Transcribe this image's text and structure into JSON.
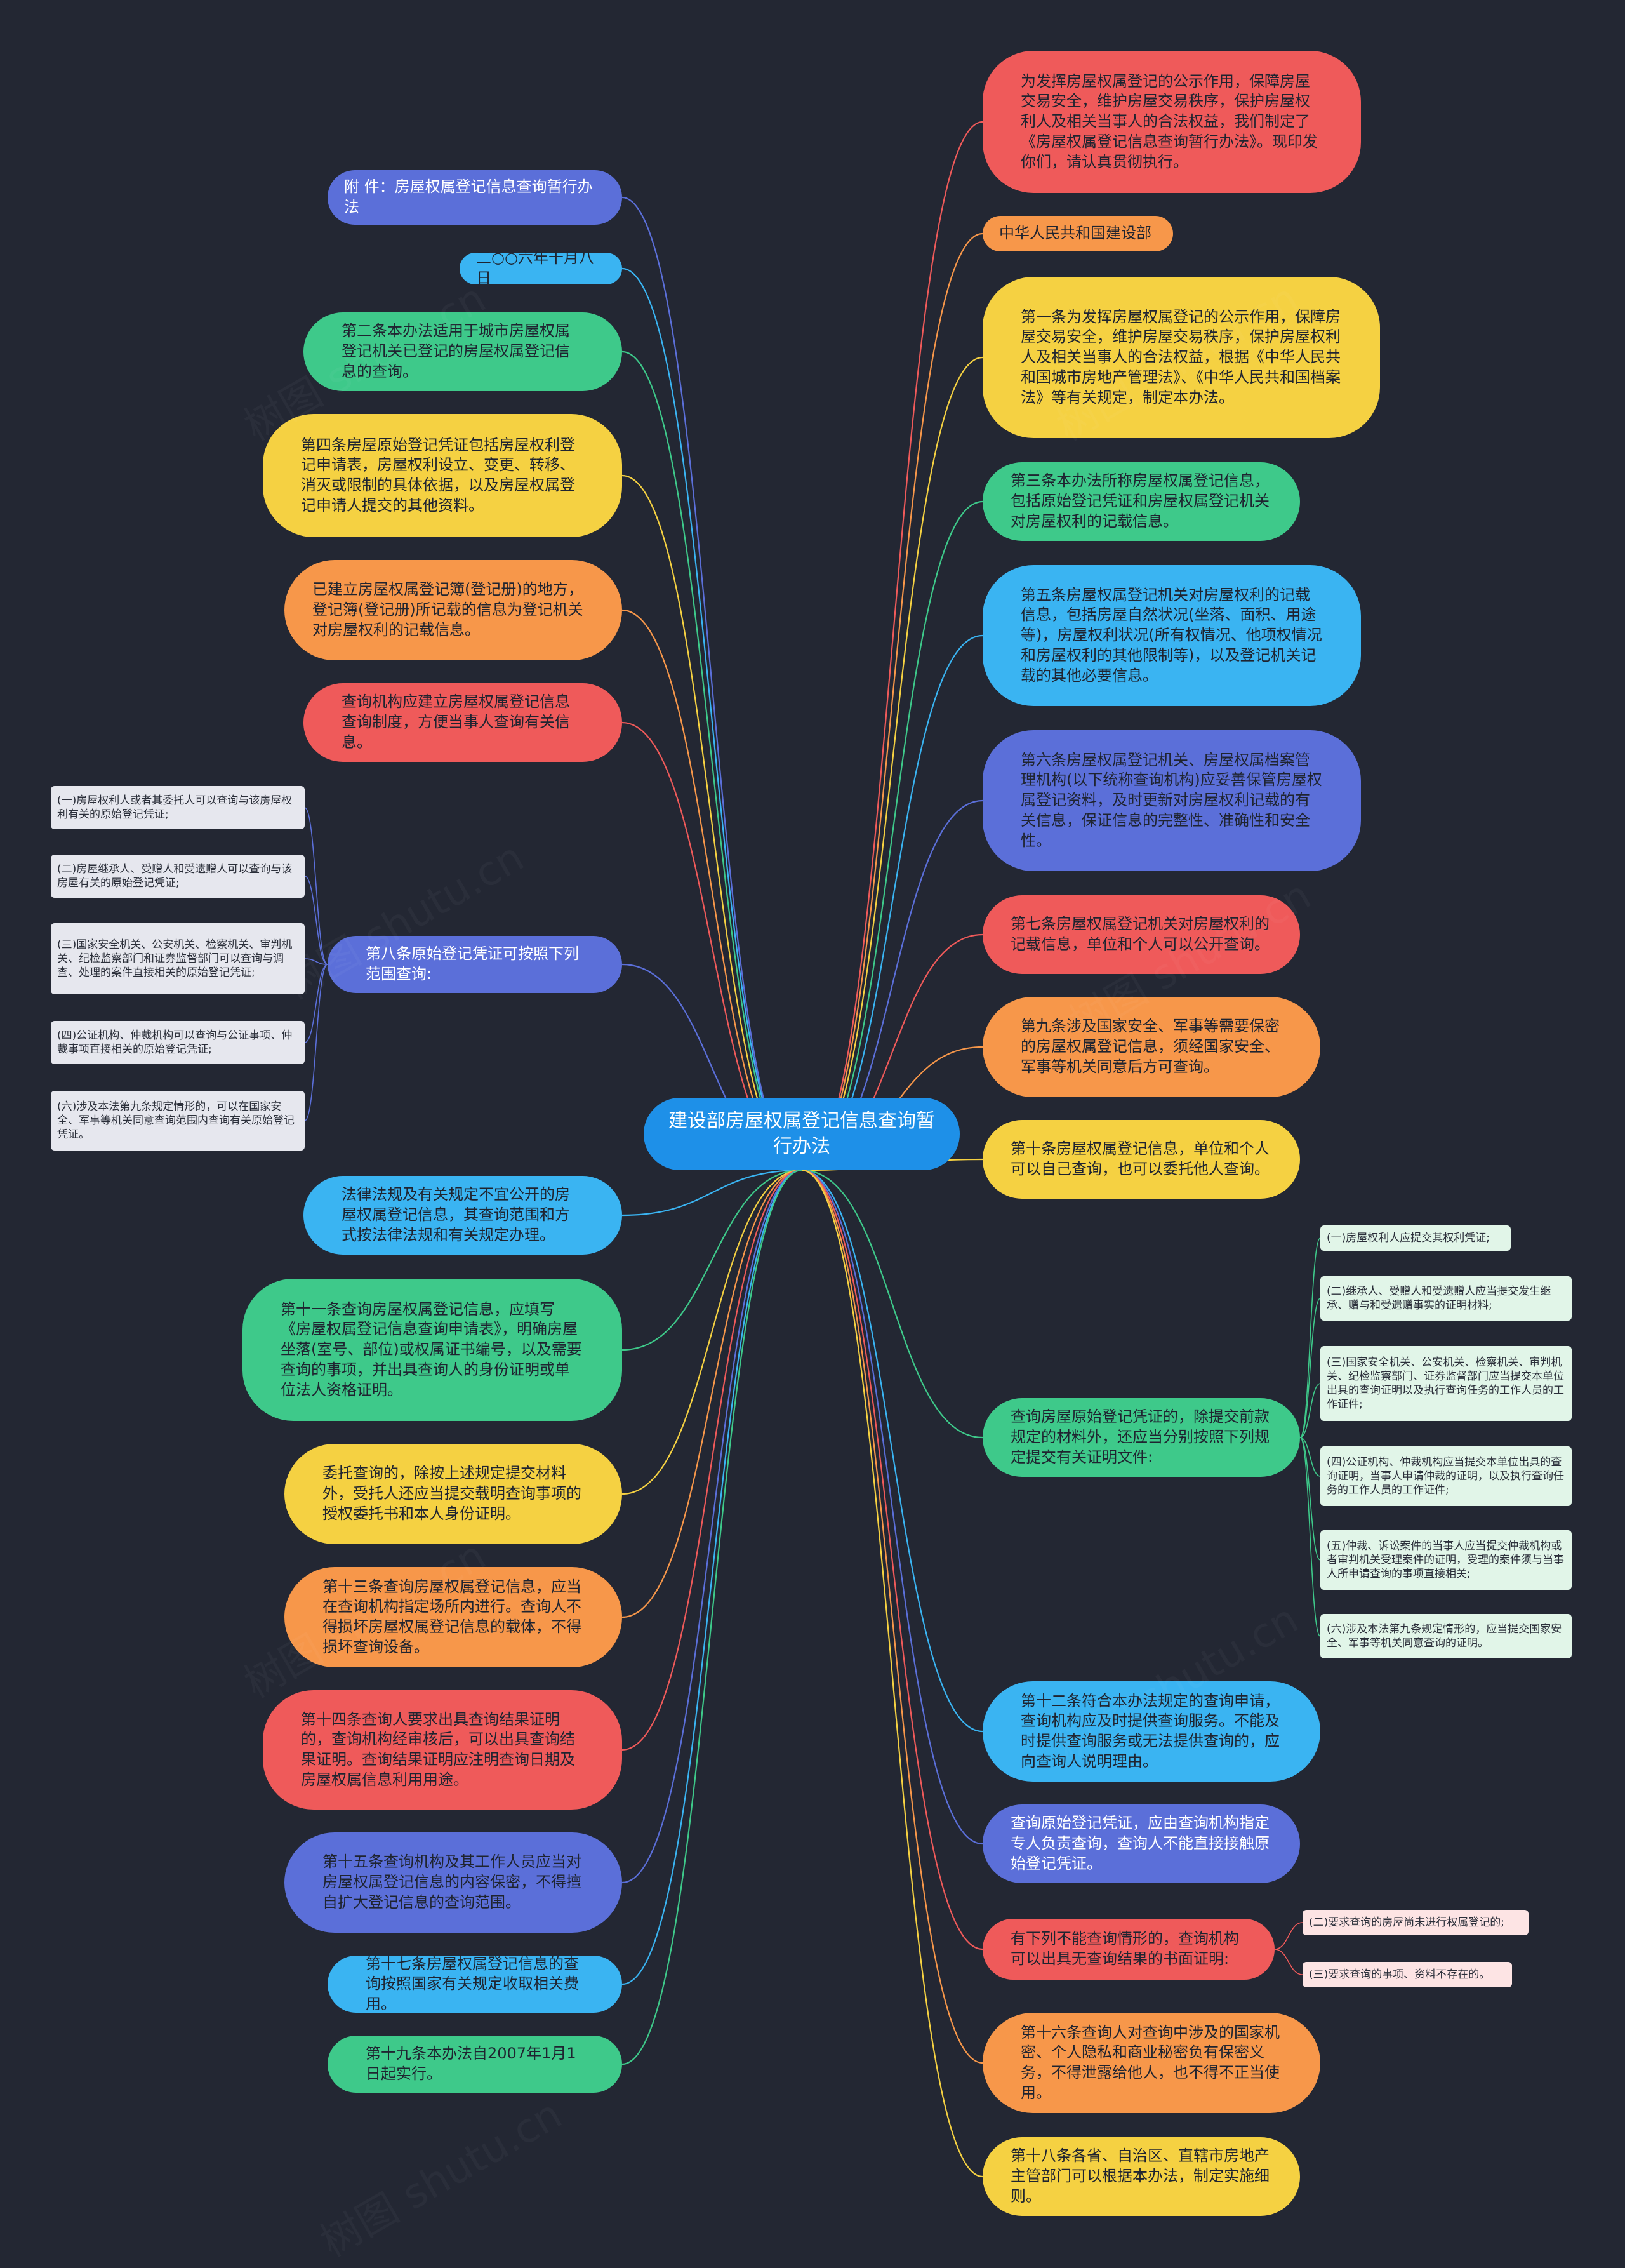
{
  "root": {
    "text": "建设部房屋权属登记信息查询暂行办法",
    "color": "#1e90e8"
  },
  "left_nodes": [
    {
      "id": "l1",
      "text": "附 件：房屋权属登记信息查询暂行办法",
      "color": "#5b6fd9"
    },
    {
      "id": "l2",
      "text": "二○○六年十月八日",
      "color": "#3ab4f2"
    },
    {
      "id": "l3",
      "text": "第二条本办法适用于城市房屋权属登记机关已登记的房屋权属登记信息的查询。",
      "color": "#3ec98a"
    },
    {
      "id": "l4",
      "text": "第四条房屋原始登记凭证包括房屋权利登记申请表，房屋权利设立、变更、转移、消灭或限制的具体依据，以及房屋权属登记申请人提交的其他资料。",
      "color": "#f5d142"
    },
    {
      "id": "l5",
      "text": "已建立房屋权属登记簿(登记册)的地方，登记簿(登记册)所记载的信息为登记机关对房屋权利的记载信息。",
      "color": "#f7974a"
    },
    {
      "id": "l6",
      "text": "查询机构应建立房屋权属登记信息查询制度，方便当事人查询有关信息。",
      "color": "#ef5a5a"
    },
    {
      "id": "l7",
      "text": "第八条原始登记凭证可按照下列范围查询:",
      "color": "#5b6fd9"
    },
    {
      "id": "l8",
      "text": "法律法规及有关规定不宜公开的房屋权属登记信息，其查询范围和方式按法律法规和有关规定办理。",
      "color": "#3ab4f2"
    },
    {
      "id": "l9",
      "text": "第十一条查询房屋权属登记信息，应填写《房屋权属登记信息查询申请表》，明确房屋坐落(室号、部位)或权属证书编号，以及需要查询的事项，并出具查询人的身份证明或单位法人资格证明。",
      "color": "#3ec98a"
    },
    {
      "id": "l10",
      "text": "委托查询的，除按上述规定提交材料外，受托人还应当提交载明查询事项的授权委托书和本人身份证明。",
      "color": "#f5d142"
    },
    {
      "id": "l11",
      "text": "第十三条查询房屋权属登记信息，应当在查询机构指定场所内进行。查询人不得损坏房屋权属登记信息的载体，不得损坏查询设备。",
      "color": "#f7974a"
    },
    {
      "id": "l12",
      "text": "第十四条查询人要求出具查询结果证明的，查询机构经审核后，可以出具查询结果证明。查询结果证明应注明查询日期及房屋权属信息利用用途。",
      "color": "#ef5a5a"
    },
    {
      "id": "l13",
      "text": "第十五条查询机构及其工作人员应当对房屋权属登记信息的内容保密，不得擅自扩大登记信息的查询范围。",
      "color": "#5b6fd9"
    },
    {
      "id": "l14",
      "text": "第十七条房屋权属登记信息的查询按照国家有关规定收取相关费用。",
      "color": "#3ab4f2"
    },
    {
      "id": "l15",
      "text": "第十九条本办法自2007年1月1日起实行。",
      "color": "#3ec98a"
    }
  ],
  "left_sub": [
    {
      "text": "(一)房屋权利人或者其委托人可以查询与该房屋权利有关的原始登记凭证;"
    },
    {
      "text": "(二)房屋继承人、受赠人和受遗赠人可以查询与该房屋有关的原始登记凭证;"
    },
    {
      "text": "(三)国家安全机关、公安机关、检察机关、审判机关、纪检监察部门和证券监督部门可以查询与调查、处理的案件直接相关的原始登记凭证;"
    },
    {
      "text": "(四)公证机构、仲裁机构可以查询与公证事项、仲裁事项直接相关的原始登记凭证;"
    },
    {
      "text": "(六)涉及本法第九条规定情形的，可以在国家安全、军事等机关同意查询范围内查询有关原始登记凭证。"
    }
  ],
  "right_nodes": [
    {
      "id": "r1",
      "text": "为发挥房屋权属登记的公示作用，保障房屋交易安全，维护房屋交易秩序，保护房屋权利人及相关当事人的合法权益，我们制定了《房屋权属登记信息查询暂行办法》。现印发你们，请认真贯彻执行。",
      "color": "#ef5a5a"
    },
    {
      "id": "r2",
      "text": "中华人民共和国建设部",
      "color": "#f7974a"
    },
    {
      "id": "r3",
      "text": "第一条为发挥房屋权属登记的公示作用，保障房屋交易安全，维护房屋交易秩序，保护房屋权利人及相关当事人的合法权益，根据《中华人民共和国城市房地产管理法》、《中华人民共和国档案法》等有关规定，制定本办法。",
      "color": "#f5d142"
    },
    {
      "id": "r4",
      "text": "第三条本办法所称房屋权属登记信息，包括原始登记凭证和房屋权属登记机关对房屋权利的记载信息。",
      "color": "#3ec98a"
    },
    {
      "id": "r5",
      "text": "第五条房屋权属登记机关对房屋权利的记载信息，包括房屋自然状况(坐落、面积、用途等)，房屋权利状况(所有权情况、他项权情况和房屋权利的其他限制等)，以及登记机关记载的其他必要信息。",
      "color": "#3ab4f2"
    },
    {
      "id": "r6",
      "text": "第六条房屋权属登记机关、房屋权属档案管理机构(以下统称查询机构)应妥善保管房屋权属登记资料，及时更新对房屋权利记载的有关信息，保证信息的完整性、准确性和安全性。",
      "color": "#5b6fd9"
    },
    {
      "id": "r7",
      "text": "第七条房屋权属登记机关对房屋权利的记载信息，单位和个人可以公开查询。",
      "color": "#ef5a5a"
    },
    {
      "id": "r8",
      "text": "第九条涉及国家安全、军事等需要保密的房屋权属登记信息，须经国家安全、军事等机关同意后方可查询。",
      "color": "#f7974a"
    },
    {
      "id": "r9",
      "text": "第十条房屋权属登记信息，单位和个人可以自己查询，也可以委托他人查询。",
      "color": "#f5d142"
    },
    {
      "id": "r10",
      "text": "查询房屋原始登记凭证的，除提交前款规定的材料外，还应当分别按照下列规定提交有关证明文件:",
      "color": "#3ec98a"
    },
    {
      "id": "r11",
      "text": "第十二条符合本办法规定的查询申请，查询机构应及时提供查询服务。不能及时提供查询服务或无法提供查询的，应向查询人说明理由。",
      "color": "#3ab4f2"
    },
    {
      "id": "r12",
      "text": "查询原始登记凭证，应由查询机构指定专人负责查询，查询人不能直接接触原始登记凭证。",
      "color": "#5b6fd9"
    },
    {
      "id": "r13",
      "text": "有下列不能查询情形的，查询机构可以出具无查询结果的书面证明:",
      "color": "#ef5a5a"
    },
    {
      "id": "r14",
      "text": "第十六条查询人对查询中涉及的国家机密、个人隐私和商业秘密负有保密义务，不得泄露给他人，也不得不正当使用。",
      "color": "#f7974a"
    },
    {
      "id": "r15",
      "text": "第十八条各省、自治区、直辖市房地产主管部门可以根据本办法，制定实施细则。",
      "color": "#f5d142"
    }
  ],
  "right_sub_green": [
    {
      "text": "(一)房屋权利人应提交其权利凭证;"
    },
    {
      "text": "(二)继承人、受赠人和受遗赠人应当提交发生继承、赠与和受遗赠事实的证明材料;"
    },
    {
      "text": "(三)国家安全机关、公安机关、检察机关、审判机关、纪检监察部门、证券监督部门应当提交本单位出具的查询证明以及执行查询任务的工作人员的工作证件;"
    },
    {
      "text": "(四)公证机构、仲裁机构应当提交本单位出具的查询证明，当事人申请仲裁的证明，以及执行查询任务的工作人员的工作证件;"
    },
    {
      "text": "(五)仲裁、诉讼案件的当事人应当提交仲裁机构或者审判机关受理案件的证明，受理的案件须与当事人所申请查询的事项直接相关;"
    },
    {
      "text": "(六)涉及本法第九条规定情形的，应当提交国家安全、军事等机关同意查询的证明。"
    }
  ],
  "right_sub_pink": [
    {
      "text": "(二)要求查询的房屋尚未进行权属登记的;"
    },
    {
      "text": "(三)要求查询的事项、资料不存在的。"
    }
  ],
  "watermark": "树图 shutu.cn"
}
